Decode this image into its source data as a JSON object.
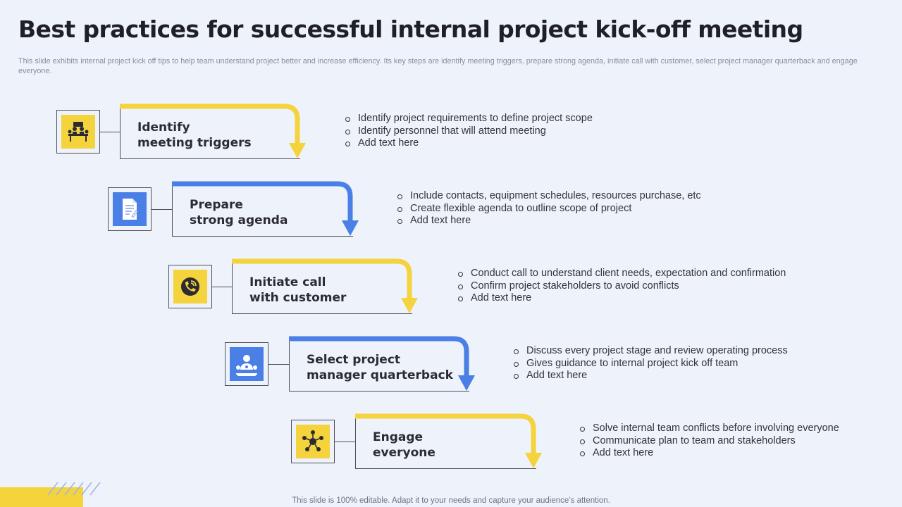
{
  "title": "Best practices for successful internal project kick-off meeting",
  "subtitle": "This slide exhibits internal project kick off tips to help team understand project better and increase efficiency. Its key steps are identify meeting triggers, prepare strong agenda, initiate call with customer, select project manager quarterback and engage everyone.",
  "colors": {
    "yellow": "#f4d33c",
    "blue": "#4a7fe6",
    "background": "#eef2fb",
    "line": "#50505a"
  },
  "steps": [
    {
      "title_lines": [
        "Identify",
        "meeting triggers"
      ],
      "icon": "meeting-icon",
      "color": "yellow",
      "bullets": [
        "Identify project requirements to define project scope",
        "Identify personnel that will attend meeting",
        "Add text here"
      ]
    },
    {
      "title_lines": [
        "Prepare",
        "strong agenda"
      ],
      "icon": "document-icon",
      "color": "blue",
      "bullets": [
        "Include contacts, equipment schedules, resources purchase, etc",
        "Create flexible agenda to outline scope of project",
        "Add text here"
      ]
    },
    {
      "title_lines": [
        "Initiate call",
        "with customer"
      ],
      "icon": "phone-call-icon",
      "color": "yellow",
      "bullets": [
        "Conduct call to understand client needs, expectation and confirmation",
        "Confirm project stakeholders to avoid conflicts",
        "Add text here"
      ]
    },
    {
      "title_lines": [
        "Select project",
        "manager quarterback"
      ],
      "icon": "project-manager-icon",
      "color": "blue",
      "bullets": [
        "Discuss every project stage and review operating process",
        "Gives guidance to internal project kick off team",
        "Add text here"
      ]
    },
    {
      "title_lines": [
        "Engage",
        "everyone"
      ],
      "icon": "team-engagement-icon",
      "color": "yellow",
      "bullets": [
        "Solve internal team conflicts before involving everyone",
        "Communicate plan to team and stakeholders",
        "Add text here"
      ]
    }
  ],
  "footer": "This slide is 100% editable. Adapt it to your needs and capture your audience’s attention."
}
